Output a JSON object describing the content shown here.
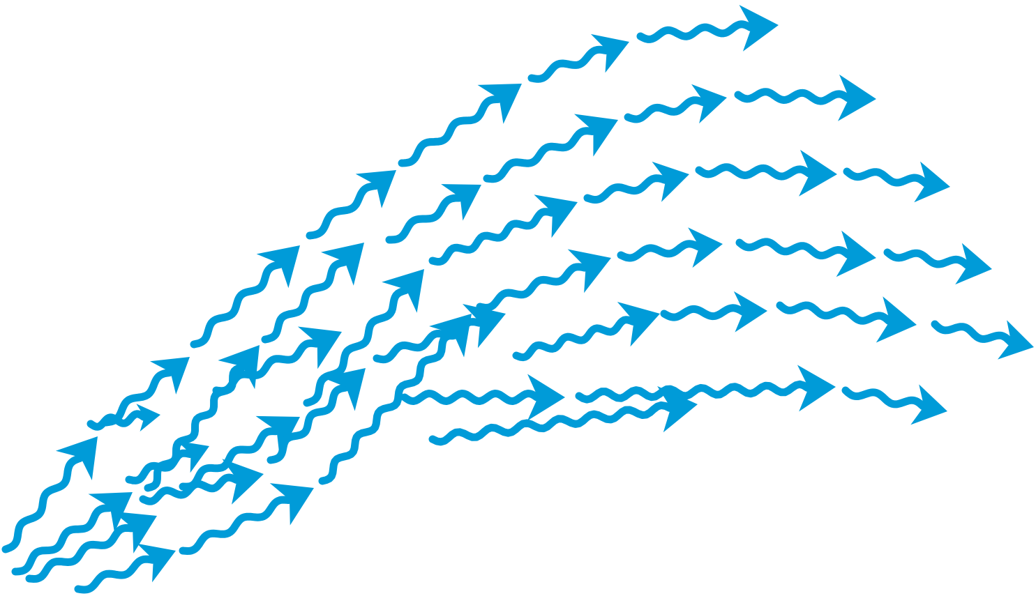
{
  "graphic": {
    "subject": "wavy-arrows",
    "icon": "wavy-arrow-icon",
    "color": "#009BD8",
    "background": "#FFFFFF",
    "row_count": 6,
    "arrows_per_row": 7
  }
}
